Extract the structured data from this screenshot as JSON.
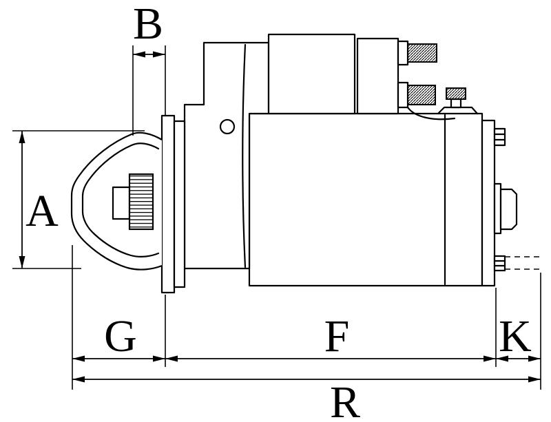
{
  "drawing": {
    "background_color": "#ffffff",
    "line_color": "#000000",
    "dimension_labels": {
      "A": "A",
      "B": "B",
      "G": "G",
      "F": "F",
      "K": "K",
      "R": "R"
    }
  }
}
